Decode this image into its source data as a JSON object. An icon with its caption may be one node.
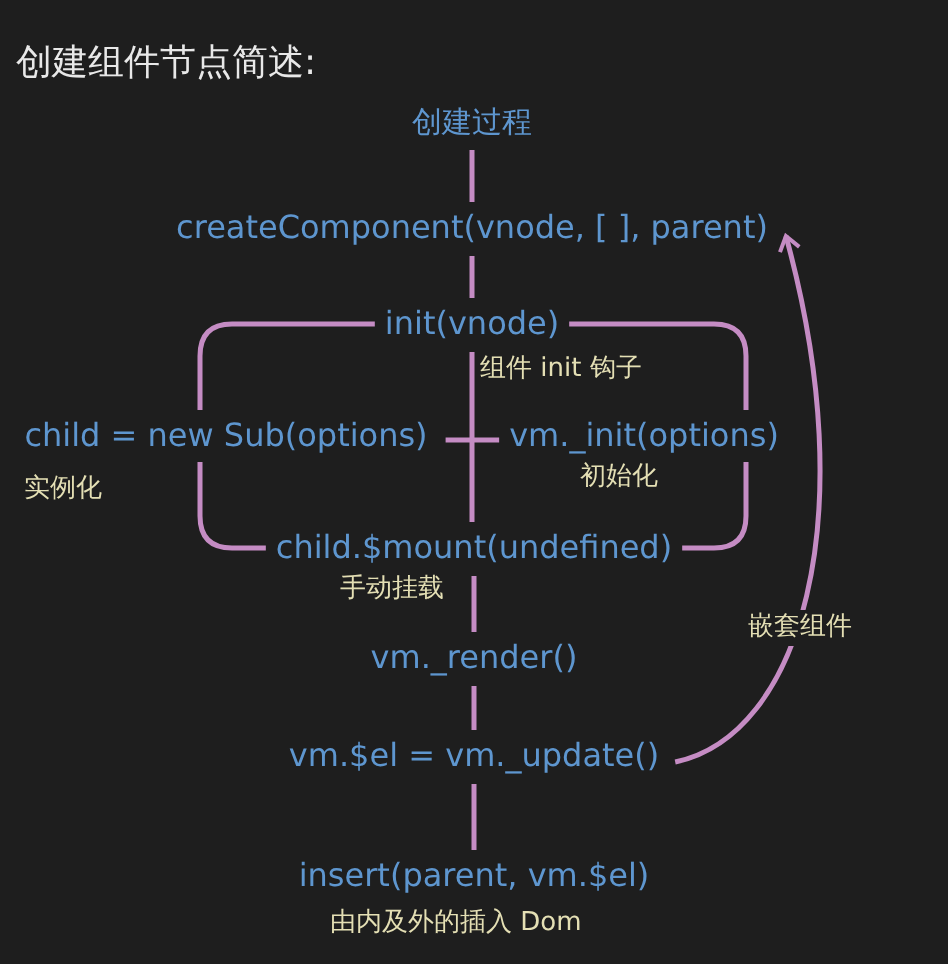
{
  "diagram": {
    "title": "创建组件节点简述:",
    "nodes": [
      {
        "text": [
          "创建过程"
        ]
      },
      {
        "text": [
          "createComponent(vnode, [ ], parent)"
        ]
      },
      {
        "text": [
          "init(vnode)"
        ],
        "beside": [
          "组件 init 钩子"
        ]
      },
      {
        "text": [
          "child = new Sub(options)"
        ],
        "beside": [
          "实例化"
        ]
      },
      {
        "text": [
          "vm._init(options)"
        ],
        "beside": [
          "初始化"
        ]
      },
      {
        "text": [
          "child.$mount(undefined)"
        ],
        "beside": [
          "手动挂载"
        ]
      },
      {
        "text": [
          "vm._render()"
        ]
      },
      {
        "text": [
          "vm.$el = vm._update()"
        ]
      },
      {
        "text": [
          "insert(parent, vm.$el)"
        ],
        "beside": [
          "由内及外的插入 Dom"
        ]
      }
    ],
    "edges": [
      {
        "from": 0,
        "to": 1,
        "arrow": "none"
      },
      {
        "from": 1,
        "to": 2,
        "arrow": "none"
      },
      {
        "from": 2,
        "to": 3,
        "arrow": "none"
      },
      {
        "from": 2,
        "to": 4,
        "arrow": "none"
      },
      {
        "from": 3,
        "to": 4,
        "arrow": "none"
      },
      {
        "from": 2,
        "to": 5,
        "arrow": "none"
      },
      {
        "from": 3,
        "to": 5,
        "arrow": "none"
      },
      {
        "from": 4,
        "to": 5,
        "arrow": "none"
      },
      {
        "from": 5,
        "to": 6,
        "arrow": "none"
      },
      {
        "from": 6,
        "to": 7,
        "arrow": "none"
      },
      {
        "from": 7,
        "to": 8,
        "arrow": "none"
      },
      {
        "from": 7,
        "to": 1,
        "arrow": "to",
        "label": "嵌套组件"
      }
    ]
  }
}
